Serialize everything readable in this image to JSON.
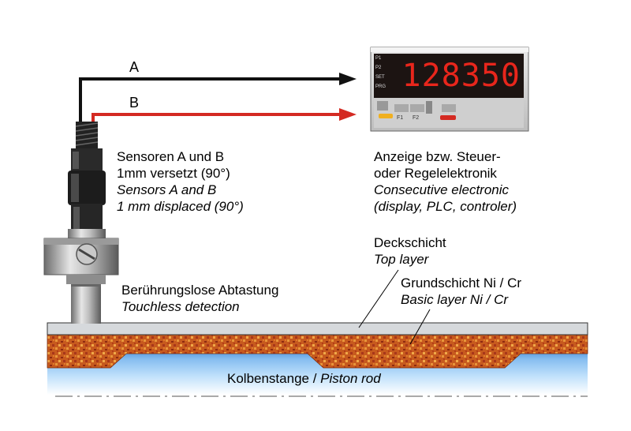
{
  "signal_lines": [
    {
      "label": "A",
      "color": "#111111"
    },
    {
      "label": "B",
      "color": "#d42a22"
    }
  ],
  "sensor_text": {
    "line1": "Sensoren A und B",
    "line2": "1mm versetzt (90°)",
    "line3": "Sensors A and B",
    "line4": "1 mm displaced (90°)"
  },
  "display_text": {
    "line1": "Anzeige bzw. Steuer-",
    "line2": "oder Regelelektronik",
    "line3": "Consecutive electronic",
    "line4": "(display, PLC, controler)"
  },
  "display_device": {
    "readout": "128350",
    "side_labels": [
      "P1",
      "P2",
      "SET",
      "PRG"
    ],
    "key_labels": [
      "F1",
      "F2"
    ]
  },
  "detection_text": {
    "line1": "Berührungslose Abtastung",
    "line2": "Touchless detection"
  },
  "top_layer_text": {
    "line1": "Deckschicht",
    "line2": "Top layer"
  },
  "basic_layer_text": {
    "line1": "Grundschicht Ni / Cr",
    "line2": "Basic layer  Ni / Cr"
  },
  "piston_text": {
    "german": "Kolbenstange / ",
    "english": "Piston rod"
  },
  "colors": {
    "top_layer": "#d6d9dc",
    "basic_layer": "#c8531d",
    "piston_rod": "#6aa9e3",
    "display_digits": "#e8261c",
    "display_face": "#1c1412"
  }
}
